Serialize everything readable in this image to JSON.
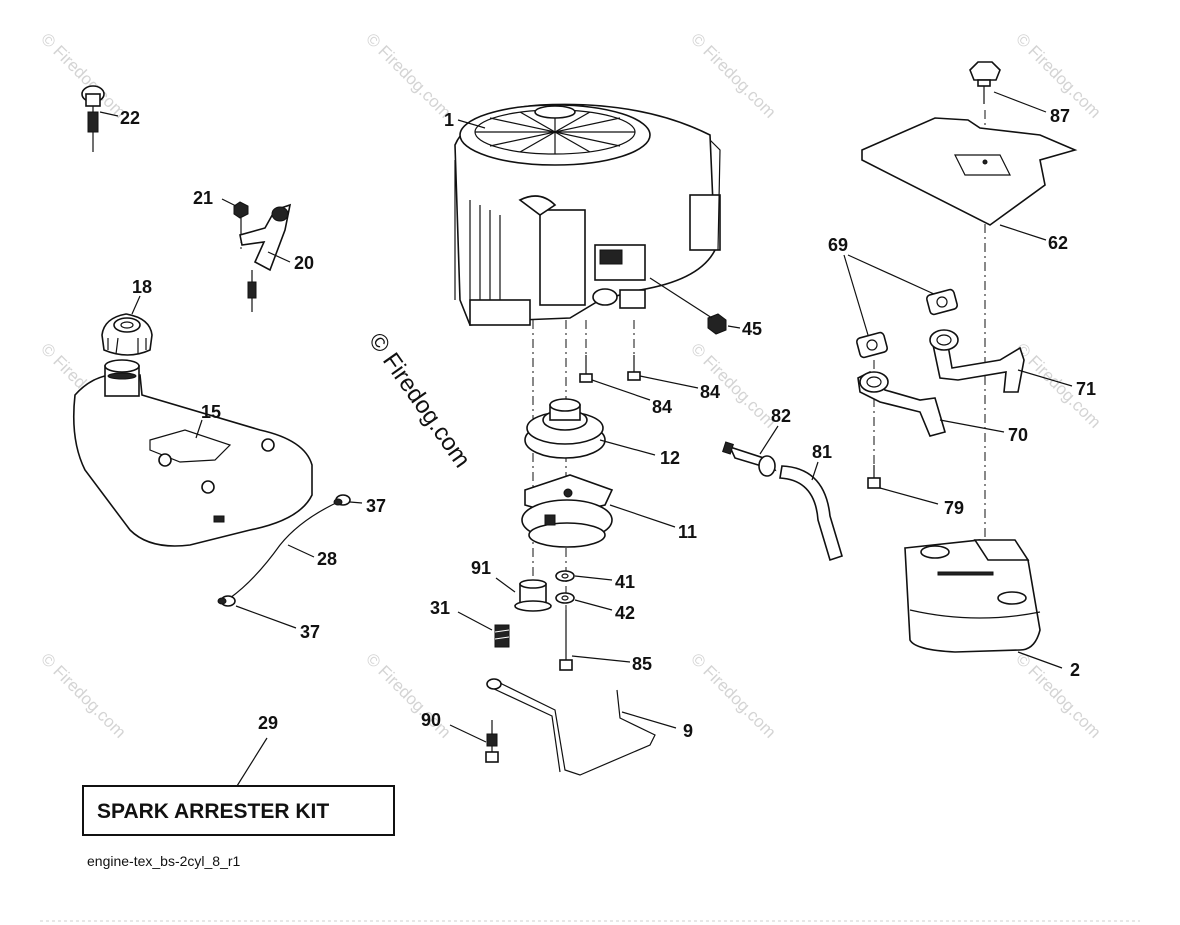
{
  "diagram": {
    "kit_label": "SPARK ARRESTER KIT",
    "drawing_code": "engine-tex_bs-2cyl_8_r1",
    "watermark_small": "© Firedog.com",
    "watermark_large": "© Firedog.com",
    "callouts": [
      {
        "id": "1",
        "text": "1"
      },
      {
        "id": "2",
        "text": "2"
      },
      {
        "id": "9",
        "text": "9"
      },
      {
        "id": "11",
        "text": "11"
      },
      {
        "id": "12",
        "text": "12"
      },
      {
        "id": "15",
        "text": "15"
      },
      {
        "id": "18",
        "text": "18"
      },
      {
        "id": "20",
        "text": "20"
      },
      {
        "id": "21",
        "text": "21"
      },
      {
        "id": "22",
        "text": "22"
      },
      {
        "id": "28",
        "text": "28"
      },
      {
        "id": "29",
        "text": "29"
      },
      {
        "id": "31",
        "text": "31"
      },
      {
        "id": "37a",
        "text": "37"
      },
      {
        "id": "37b",
        "text": "37"
      },
      {
        "id": "41",
        "text": "41"
      },
      {
        "id": "42",
        "text": "42"
      },
      {
        "id": "45",
        "text": "45"
      },
      {
        "id": "62",
        "text": "62"
      },
      {
        "id": "69",
        "text": "69"
      },
      {
        "id": "70",
        "text": "70"
      },
      {
        "id": "71",
        "text": "71"
      },
      {
        "id": "79",
        "text": "79"
      },
      {
        "id": "81",
        "text": "81"
      },
      {
        "id": "82",
        "text": "82"
      },
      {
        "id": "84a",
        "text": "84"
      },
      {
        "id": "84b",
        "text": "84"
      },
      {
        "id": "85",
        "text": "85"
      },
      {
        "id": "87",
        "text": "87"
      },
      {
        "id": "90",
        "text": "90"
      },
      {
        "id": "91",
        "text": "91"
      }
    ]
  }
}
